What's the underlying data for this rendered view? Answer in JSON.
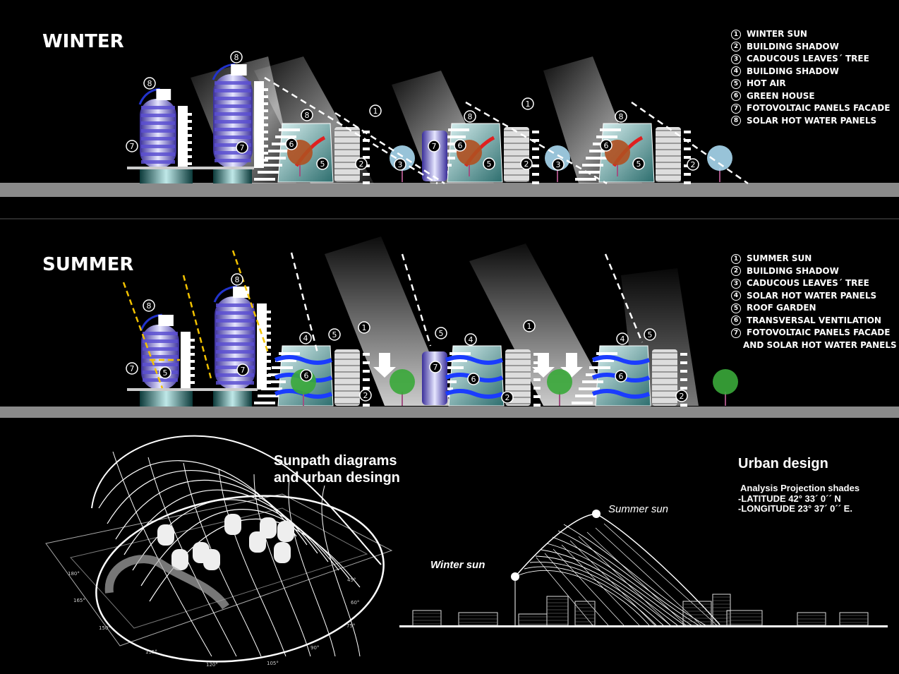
{
  "winter": {
    "title": "WINTER",
    "legend": [
      {
        "num": "1",
        "label": "WINTER SUN"
      },
      {
        "num": "2",
        "label": "BUILDING SHADOW"
      },
      {
        "num": "3",
        "label": "CADUCOUS LEAVES´ TREE"
      },
      {
        "num": "4",
        "label": "BUILDING SHADOW"
      },
      {
        "num": "5",
        "label": "HOT AIR"
      },
      {
        "num": "6",
        "label": "GREEN HOUSE"
      },
      {
        "num": "7",
        "label": "FOTOVOLTAIC PANELS FACADE"
      },
      {
        "num": "8",
        "label": "SOLAR HOT WATER PANELS"
      }
    ],
    "markers": [
      "8",
      "8",
      "7",
      "7",
      "8",
      "6",
      "5",
      "2",
      "3",
      "1",
      "7",
      "8",
      "6",
      "5",
      "2",
      "3",
      "1",
      "8",
      "6",
      "5",
      "2"
    ]
  },
  "summer": {
    "title": "SUMMER",
    "legend": [
      {
        "num": "1",
        "label": "SUMMER SUN"
      },
      {
        "num": "2",
        "label": "BUILDING SHADOW"
      },
      {
        "num": "3",
        "label": "CADUCOUS LEAVES´ TREE"
      },
      {
        "num": "4",
        "label": "SOLAR HOT WATER PANELS"
      },
      {
        "num": "5",
        "label": "ROOF GARDEN"
      },
      {
        "num": "6",
        "label": "TRANSVERSAL VENTILATION"
      },
      {
        "num": "7",
        "label": "FOTOVOLTAIC PANELS FACADE"
      }
    ],
    "legend_continuation": "AND  SOLAR HOT WATER PANELS",
    "markers": [
      "8",
      "8",
      "7",
      "5",
      "7",
      "4",
      "6",
      "5",
      "1",
      "2",
      "5",
      "4",
      "7",
      "6",
      "2",
      "1",
      "4",
      "5",
      "6",
      "2"
    ]
  },
  "sunpath": {
    "title_line1": "Sunpath diagrams",
    "title_line2": "and urban desingn",
    "degree_labels": [
      "45°",
      "60°",
      "75°",
      "90°",
      "105°",
      "120°",
      "135°",
      "150°",
      "165°",
      "180°"
    ]
  },
  "urban": {
    "title": "Urban design",
    "line1": "Analysis Projection shades",
    "line2": "-LATITUDE 42° 33´ 0´´ N",
    "line3": "-LONGITUDE  23° 37´ 0´´ E.",
    "summer_sun": "Summer sun",
    "winter_sun": "Winter sun"
  },
  "colors": {
    "background": "#000000",
    "ground": "#8a8a8a",
    "facade_blue": "#5a4fd0",
    "solar_panel": "#2233cc",
    "summer_arrow": "#f2c200",
    "ventilation": "#1a3cff",
    "hot_air": "#e02020"
  }
}
